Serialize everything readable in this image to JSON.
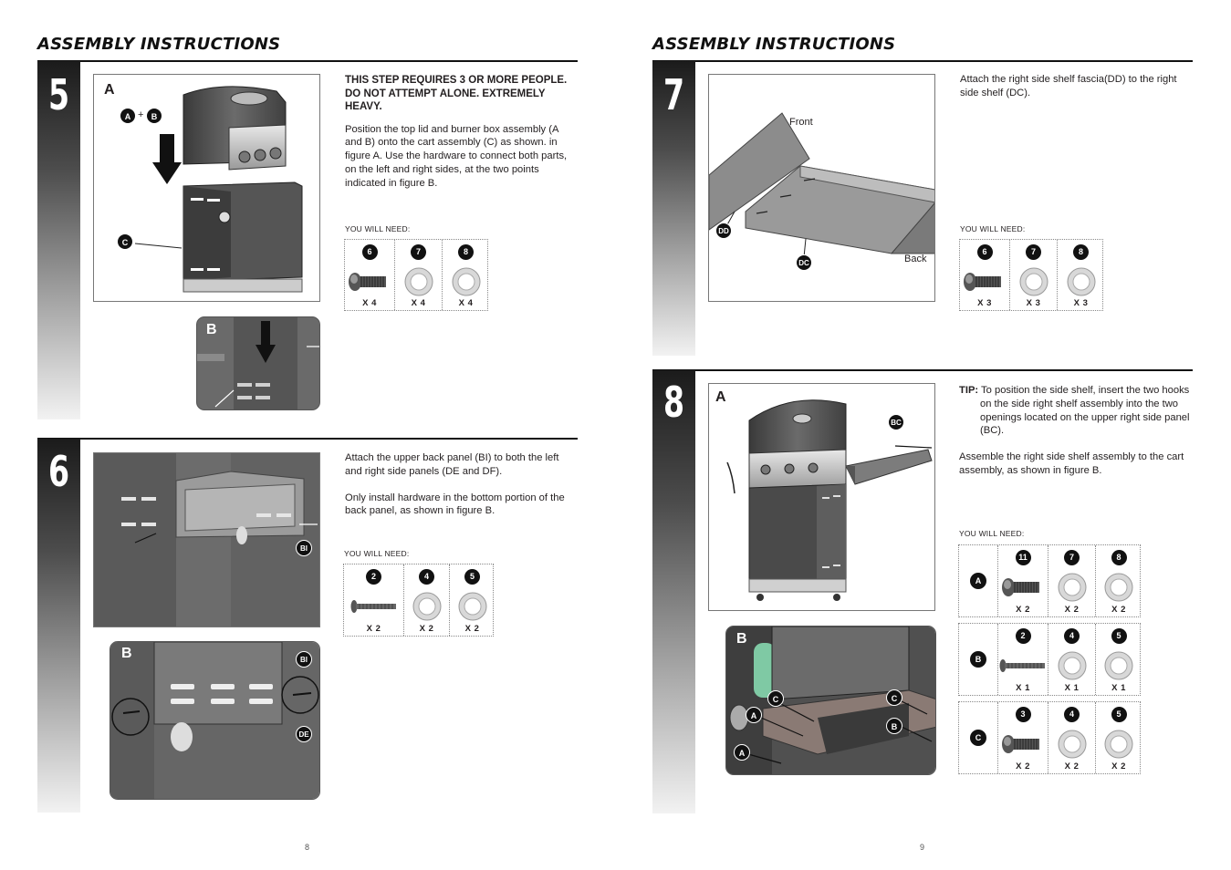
{
  "pages": {
    "left": {
      "title": "ASSEMBLY INSTRUCTIONS",
      "page_number": "8"
    },
    "right": {
      "title": "ASSEMBLY INSTRUCTIONS",
      "page_number": "9"
    }
  },
  "need_label": "YOU WILL NEED:",
  "step5": {
    "number": "5",
    "figA": {
      "letter": "A",
      "callouts": {
        "a": "A",
        "plus": "+",
        "b": "B",
        "c": "C"
      }
    },
    "figB": {
      "letter": "B"
    },
    "warning": "THIS STEP REQUIRES 3 OR MORE PEOPLE. DO NOT ATTEMPT ALONE. EXTREMELY HEAVY.",
    "text": "Position the top lid and burner box assembly (A and B)  onto the cart assembly (C) as shown. in figure A. Use the  hardware to connect both parts, on the left and right sides, at the two points indicated in figure B.",
    "hardware": [
      {
        "id": "6",
        "qty": "X 4",
        "icon": "screw-icon"
      },
      {
        "id": "7",
        "qty": "X 4",
        "icon": "washer-icon"
      },
      {
        "id": "8",
        "qty": "X 4",
        "icon": "washer-icon"
      }
    ]
  },
  "step6": {
    "number": "6",
    "figA": {
      "callouts": {
        "bi": "BI"
      }
    },
    "figB": {
      "letter": "B",
      "callouts": {
        "bi": "BI",
        "de": "DE"
      }
    },
    "text1": "Attach the upper back panel (BI) to both the left and right side  panels (DE and DF).",
    "text2": "Only install hardware in the bottom portion of the back panel, as shown in figure B.",
    "hardware": [
      {
        "id": "2",
        "qty": "X 2",
        "icon": "bolt-icon"
      },
      {
        "id": "4",
        "qty": "X 2",
        "icon": "washer-icon"
      },
      {
        "id": "5",
        "qty": "X 2",
        "icon": "washer-icon"
      }
    ]
  },
  "step7": {
    "number": "7",
    "fig": {
      "front": "Front",
      "back": "Back",
      "callouts": {
        "dd": "DD",
        "dc": "DC"
      }
    },
    "text": "Attach the right side shelf fascia(DD) to the right side shelf (DC).",
    "hardware": [
      {
        "id": "6",
        "qty": "X 3",
        "icon": "screw-icon"
      },
      {
        "id": "7",
        "qty": "X 3",
        "icon": "washer-icon"
      },
      {
        "id": "8",
        "qty": "X 3",
        "icon": "washer-icon"
      }
    ]
  },
  "step8": {
    "number": "8",
    "figA": {
      "letter": "A",
      "callouts": {
        "bc": "BC"
      }
    },
    "figB": {
      "letter": "B",
      "callouts": {
        "c1": "C",
        "c2": "C",
        "a1": "A",
        "a2": "A",
        "b": "B"
      }
    },
    "tip_label": "TIP:",
    "tip_text": " To position the side shelf, insert the two hooks on the side right shelf assembly into the two openings located on the upper right side panel (BC).",
    "text": "Assemble the right side shelf assembly to the cart assembly, as shown in figure B.",
    "hardware_rows": [
      {
        "row": "A",
        "items": [
          {
            "id": "11",
            "qty": "X 2",
            "icon": "screw-icon"
          },
          {
            "id": "7",
            "qty": "X 2",
            "icon": "washer-icon"
          },
          {
            "id": "8",
            "qty": "X 2",
            "icon": "washer-icon"
          }
        ]
      },
      {
        "row": "B",
        "items": [
          {
            "id": "2",
            "qty": "X 1",
            "icon": "bolt-icon"
          },
          {
            "id": "4",
            "qty": "X 1",
            "icon": "washer-icon"
          },
          {
            "id": "5",
            "qty": "X 1",
            "icon": "washer-icon"
          }
        ]
      },
      {
        "row": "C",
        "items": [
          {
            "id": "3",
            "qty": "X 2",
            "icon": "screw-icon"
          },
          {
            "id": "4",
            "qty": "X 2",
            "icon": "washer-icon"
          },
          {
            "id": "5",
            "qty": "X 2",
            "icon": "washer-icon"
          }
        ]
      }
    ]
  }
}
